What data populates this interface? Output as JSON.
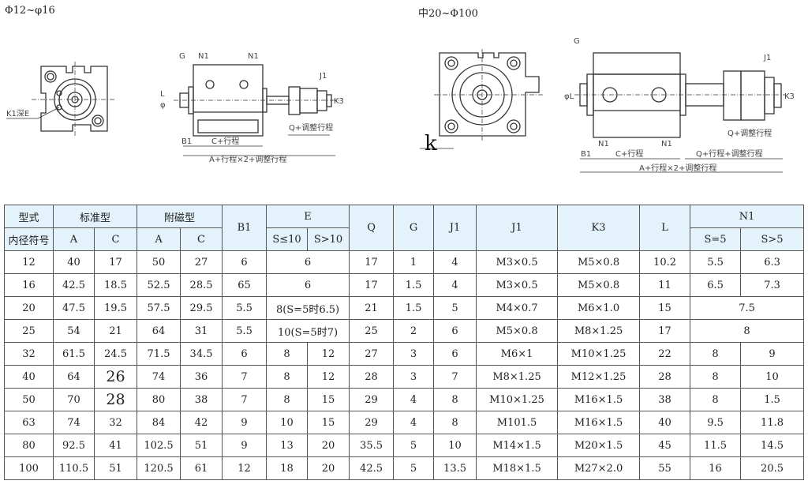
{
  "drawing_small": {
    "title": "Φ12~φ16",
    "labels": {
      "k1": "K1深E",
      "g": "G",
      "n1a": "N1",
      "n1b": "N1",
      "j1": "J1",
      "k3": "K3",
      "l": "L",
      "phi": "φ",
      "q": "Q+调整行程",
      "b1": "B1",
      "c": "C+行程",
      "a": "A+行程×2+调整行程"
    }
  },
  "drawing_large": {
    "title": "中20~Φ100",
    "labels": {
      "k": "k",
      "g": "G",
      "j1": "J1",
      "phil": "φL",
      "k3": "K3",
      "q1": "Q+调整行程",
      "n1a": "N1",
      "n1b": "N1",
      "b1": "B1",
      "c": "C+行程",
      "q2": "Q+行程+调整行程",
      "a": "A+行程×2+调整行程"
    }
  },
  "table": {
    "header1": [
      {
        "t": "型式"
      },
      {
        "t": "标准型",
        "cs": 2
      },
      {
        "t": "附磁型",
        "cs": 2
      },
      {
        "t": "B1",
        "rs": 2
      },
      {
        "t": "E",
        "cs": 2
      },
      {
        "t": "Q",
        "rs": 2
      },
      {
        "t": "G",
        "rs": 2
      },
      {
        "t": "J1",
        "rs": 2
      },
      {
        "t": "J1",
        "rs": 2
      },
      {
        "t": "K3",
        "rs": 2
      },
      {
        "t": "L",
        "rs": 2
      },
      {
        "t": "N1",
        "cs": 2
      }
    ],
    "header2": [
      {
        "t": "内径符号"
      },
      {
        "t": "A"
      },
      {
        "t": "C"
      },
      {
        "t": "A"
      },
      {
        "t": "C"
      },
      {
        "t": "S≤10"
      },
      {
        "t": "S>10"
      },
      {
        "t": "S=5"
      },
      {
        "t": "S>5"
      }
    ],
    "rows": [
      [
        {
          "t": "12"
        },
        {
          "t": "40"
        },
        {
          "t": "17"
        },
        {
          "t": "50"
        },
        {
          "t": "27"
        },
        {
          "t": "6"
        },
        {
          "t": "6",
          "cs": 2
        },
        {
          "t": "17"
        },
        {
          "t": "1"
        },
        {
          "t": "4"
        },
        {
          "t": "M3×0.5"
        },
        {
          "t": "M5×0.8"
        },
        {
          "t": "10.2"
        },
        {
          "t": "5.5"
        },
        {
          "t": "6.3"
        }
      ],
      [
        {
          "t": "16"
        },
        {
          "t": "42.5"
        },
        {
          "t": "18.5"
        },
        {
          "t": "52.5"
        },
        {
          "t": "28.5"
        },
        {
          "t": "65"
        },
        {
          "t": "6",
          "cs": 2
        },
        {
          "t": "17"
        },
        {
          "t": "1.5"
        },
        {
          "t": "4"
        },
        {
          "t": "M3×0.5"
        },
        {
          "t": "M5×0.8"
        },
        {
          "t": "11"
        },
        {
          "t": "6.5"
        },
        {
          "t": "7.3"
        }
      ],
      [
        {
          "t": "20"
        },
        {
          "t": "47.5"
        },
        {
          "t": "19.5"
        },
        {
          "t": "57.5"
        },
        {
          "t": "29.5"
        },
        {
          "t": "5.5"
        },
        {
          "t": "8(S=5时6.5)",
          "cs": 2
        },
        {
          "t": "21"
        },
        {
          "t": "1.5"
        },
        {
          "t": "5"
        },
        {
          "t": "M4×0.7"
        },
        {
          "t": "M6×1.0"
        },
        {
          "t": "15"
        },
        {
          "t": "7.5",
          "cs": 2
        }
      ],
      [
        {
          "t": "25"
        },
        {
          "t": "54"
        },
        {
          "t": "21"
        },
        {
          "t": "64"
        },
        {
          "t": "31"
        },
        {
          "t": "5.5"
        },
        {
          "t": "10(S=5时7)",
          "cs": 2
        },
        {
          "t": "25"
        },
        {
          "t": "2"
        },
        {
          "t": "6"
        },
        {
          "t": "M5×0.8"
        },
        {
          "t": "M8×1.25"
        },
        {
          "t": "17"
        },
        {
          "t": "8",
          "cs": 2
        }
      ],
      [
        {
          "t": "32"
        },
        {
          "t": "61.5"
        },
        {
          "t": "24.5"
        },
        {
          "t": "71.5"
        },
        {
          "t": "34.5"
        },
        {
          "t": "6"
        },
        {
          "t": "8"
        },
        {
          "t": "12"
        },
        {
          "t": "27"
        },
        {
          "t": "3"
        },
        {
          "t": "6"
        },
        {
          "t": "M6×1"
        },
        {
          "t": "M10×1.25"
        },
        {
          "t": "22"
        },
        {
          "t": "8"
        },
        {
          "t": "9"
        }
      ],
      [
        {
          "t": "40"
        },
        {
          "t": "64"
        },
        {
          "t": "26",
          "big": true
        },
        {
          "t": "74"
        },
        {
          "t": "36"
        },
        {
          "t": "7"
        },
        {
          "t": "8"
        },
        {
          "t": "12"
        },
        {
          "t": "28"
        },
        {
          "t": "3"
        },
        {
          "t": "7"
        },
        {
          "t": "M8×1.25"
        },
        {
          "t": "M12×1.25"
        },
        {
          "t": "28"
        },
        {
          "t": "8"
        },
        {
          "t": "10"
        }
      ],
      [
        {
          "t": "50"
        },
        {
          "t": "70"
        },
        {
          "t": "28",
          "big": true
        },
        {
          "t": "80"
        },
        {
          "t": "38"
        },
        {
          "t": "7"
        },
        {
          "t": "8"
        },
        {
          "t": "15"
        },
        {
          "t": "29"
        },
        {
          "t": "4"
        },
        {
          "t": "8"
        },
        {
          "t": "M10×1.25"
        },
        {
          "t": "M16×1.5"
        },
        {
          "t": "38"
        },
        {
          "t": "8"
        },
        {
          "t": "1.5"
        }
      ],
      [
        {
          "t": "63"
        },
        {
          "t": "74"
        },
        {
          "t": "32"
        },
        {
          "t": "84"
        },
        {
          "t": "42"
        },
        {
          "t": "9"
        },
        {
          "t": "10"
        },
        {
          "t": "15"
        },
        {
          "t": "29"
        },
        {
          "t": "4"
        },
        {
          "t": "8"
        },
        {
          "t": "M101.5"
        },
        {
          "t": "M16×1.5"
        },
        {
          "t": "40"
        },
        {
          "t": "9.5"
        },
        {
          "t": "11.8"
        }
      ],
      [
        {
          "t": "80"
        },
        {
          "t": "92.5"
        },
        {
          "t": "41"
        },
        {
          "t": "102.5"
        },
        {
          "t": "51"
        },
        {
          "t": "9"
        },
        {
          "t": "13"
        },
        {
          "t": "20"
        },
        {
          "t": "35.5"
        },
        {
          "t": "5"
        },
        {
          "t": "10"
        },
        {
          "t": "M14×1.5"
        },
        {
          "t": "M20×1.5"
        },
        {
          "t": "45"
        },
        {
          "t": "11.5"
        },
        {
          "t": "14.5"
        }
      ],
      [
        {
          "t": "100"
        },
        {
          "t": "110.5"
        },
        {
          "t": "51"
        },
        {
          "t": "120.5"
        },
        {
          "t": "61"
        },
        {
          "t": "12"
        },
        {
          "t": "18"
        },
        {
          "t": "20"
        },
        {
          "t": "42.5"
        },
        {
          "t": "5"
        },
        {
          "t": "13.5"
        },
        {
          "t": "M18×1.5"
        },
        {
          "t": "M27×2.0"
        },
        {
          "t": "55"
        },
        {
          "t": "16"
        },
        {
          "t": "20.5"
        }
      ]
    ]
  }
}
